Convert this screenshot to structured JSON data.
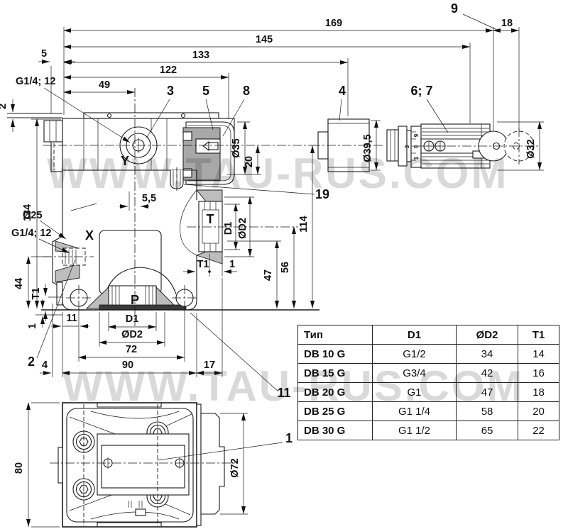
{
  "watermark": {
    "text": "WWW.TAU-RUS.COM",
    "color": "#d9d9d9"
  },
  "labels": {
    "item1": "1",
    "item2": "2",
    "item3": "3",
    "item4": "4",
    "item5": "5",
    "item67": "6; 7",
    "item8": "8",
    "item9": "9",
    "item11": "11",
    "item19": "19"
  },
  "ports": {
    "x": "X",
    "y": "Y",
    "p": "P",
    "t": "T"
  },
  "dims": {
    "top169": "169",
    "top18": "18",
    "top145": "145",
    "top133": "133",
    "top122": "122",
    "top49": "49",
    "top5": "5",
    "topleft2": "2",
    "g14_top": "G1/4; 12",
    "g14_left": "G1/4; 12",
    "dia25": "Ø25",
    "left134": "134",
    "left44": "44",
    "leftT1": "T1",
    "left1": "1",
    "mid55": "5,5",
    "dia35": "Ø35",
    "len20": "20",
    "dia395": "Ø39,5",
    "dia32": "Ø32",
    "tD1": "D1",
    "tD2": "ØD2",
    "tT1": "T1",
    "t1": "1",
    "v47": "47",
    "v56": "56",
    "v114": "114",
    "b11": "11",
    "bD1": "D1",
    "bD2": "ØD2",
    "b72": "72",
    "b90": "90",
    "b17": "17",
    "b4": "4",
    "bv80": "80",
    "bvD72": "Ø72"
  },
  "dial": {
    "n9": "9",
    "n0": "0",
    "n1": "1",
    "n3": "3"
  },
  "table": {
    "headers": [
      "Тип",
      "D1",
      "ØD2",
      "T1"
    ],
    "rows": [
      [
        "DB 10 G",
        "G1/2",
        "34",
        "14"
      ],
      [
        "DB 15 G",
        "G3/4",
        "42",
        "16"
      ],
      [
        "DB 20 G",
        "G1",
        "47",
        "18"
      ],
      [
        "DB 25 G",
        "G1 1/4",
        "58",
        "20"
      ],
      [
        "DB 30 G",
        "G1 1/2",
        "65",
        "22"
      ]
    ]
  }
}
